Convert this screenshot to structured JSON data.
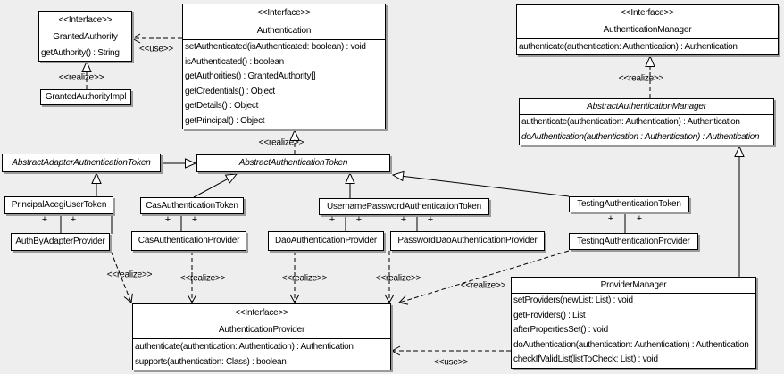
{
  "diagram": {
    "kind": "uml-class-diagram",
    "background_color": "#eeeeee",
    "box_fill_color": "#ffffff",
    "line_color": "#000000",
    "shadow_color": "#9a9a9a"
  },
  "classes": [
    {
      "id": "granted-authority",
      "stereotype": "<<Interface>>",
      "name": "GrantedAuthority",
      "abstract": false,
      "methods": [
        {
          "text": "getAuthority() : String",
          "abstract": false
        }
      ]
    },
    {
      "id": "granted-authority-impl",
      "stereotype": null,
      "name": "GrantedAuthorityImpl",
      "abstract": false,
      "methods": []
    },
    {
      "id": "authentication",
      "stereotype": "<<Interface>>",
      "name": "Authentication",
      "abstract": false,
      "methods": [
        {
          "text": "setAuthenticated(isAuthenticated: boolean) : void",
          "abstract": false
        },
        {
          "text": "isAuthenticated() : boolean",
          "abstract": false
        },
        {
          "text": "getAuthorities() : GrantedAuthority[]",
          "abstract": false
        },
        {
          "text": "getCredentials() : Object",
          "abstract": false
        },
        {
          "text": "getDetails() : Object",
          "abstract": false
        },
        {
          "text": "getPrincipal() : Object",
          "abstract": false
        }
      ]
    },
    {
      "id": "authentication-manager",
      "stereotype": "<<Interface>>",
      "name": "AuthenticationManager",
      "abstract": false,
      "methods": [
        {
          "text": "authenticate(authentication: Authentication) : Authentication",
          "abstract": false
        }
      ]
    },
    {
      "id": "abstract-authentication-manager",
      "stereotype": null,
      "name": "AbstractAuthenticationManager",
      "abstract": true,
      "methods": [
        {
          "text": "authenticate(authentication: Authentication) : Authentication",
          "abstract": false
        },
        {
          "text": "doAuthentication(authentication : Authentication) : Authentication",
          "abstract": true
        }
      ]
    },
    {
      "id": "abstract-adapter-authentication-token",
      "stereotype": null,
      "name": "AbstractAdapterAuthenticationToken",
      "abstract": true,
      "methods": []
    },
    {
      "id": "abstract-authentication-token",
      "stereotype": null,
      "name": "AbstractAuthenticationToken",
      "abstract": true,
      "methods": []
    },
    {
      "id": "principal-acegi-user-token",
      "stereotype": null,
      "name": "PrincipalAcegiUserToken",
      "abstract": false,
      "methods": []
    },
    {
      "id": "cas-authentication-token",
      "stereotype": null,
      "name": "CasAuthenticationToken",
      "abstract": false,
      "methods": []
    },
    {
      "id": "username-password-authentication-token",
      "stereotype": null,
      "name": "UsernamePasswordAuthenticationToken",
      "abstract": false,
      "methods": []
    },
    {
      "id": "testing-authentication-token",
      "stereotype": null,
      "name": "TestingAuthenticationToken",
      "abstract": false,
      "methods": []
    },
    {
      "id": "auth-by-adapter-provider",
      "stereotype": null,
      "name": "AuthByAdapterProvider",
      "abstract": false,
      "methods": []
    },
    {
      "id": "cas-authentication-provider",
      "stereotype": null,
      "name": "CasAuthenticationProvider",
      "abstract": false,
      "methods": []
    },
    {
      "id": "dao-authentication-provider",
      "stereotype": null,
      "name": "DaoAuthenticationProvider",
      "abstract": false,
      "methods": []
    },
    {
      "id": "password-dao-authentication-provider",
      "stereotype": null,
      "name": "PasswordDaoAuthenticationProvider",
      "abstract": false,
      "methods": []
    },
    {
      "id": "testing-authentication-provider",
      "stereotype": null,
      "name": "TestingAuthenticationProvider",
      "abstract": false,
      "methods": []
    },
    {
      "id": "authentication-provider",
      "stereotype": "<<Interface>>",
      "name": "AuthenticationProvider",
      "abstract": false,
      "methods": [
        {
          "text": "authenticate(authentication: Authentication) : Authentication",
          "abstract": false
        },
        {
          "text": "supports(authentication: Class) : boolean",
          "abstract": false
        }
      ]
    },
    {
      "id": "provider-manager",
      "stereotype": null,
      "name": "ProviderManager",
      "abstract": false,
      "methods": [
        {
          "text": "setProviders(newList: List) : void",
          "abstract": false
        },
        {
          "text": "getProviders() : List",
          "abstract": false
        },
        {
          "text": "afterPropertiesSet() : void",
          "abstract": false
        },
        {
          "text": "doAuthentication(authentication: Authentication) : Authentication",
          "abstract": false
        },
        {
          "text": "checkIfValidList(listToCheck: List) : void",
          "abstract": false
        }
      ]
    }
  ],
  "edge_labels": [
    {
      "id": "use-granted-authority",
      "text": "<<use>>"
    },
    {
      "id": "realize-granted-authority-impl",
      "text": "<<realize>>"
    },
    {
      "id": "realize-abstract-authentication-token",
      "text": "<<realize>>"
    },
    {
      "id": "realize-abstract-authentication-manager",
      "text": "<<realize>>"
    },
    {
      "id": "realize-auth-by-adapter-provider",
      "text": "<<realize>>"
    },
    {
      "id": "realize-cas-authentication-provider",
      "text": "<<realize>>"
    },
    {
      "id": "realize-dao-authentication-provider",
      "text": "<<realize>>"
    },
    {
      "id": "realize-password-dao-authentication-provider",
      "text": "<<realize>>"
    },
    {
      "id": "realize-testing-authentication-provider",
      "text": "<<realize>>"
    },
    {
      "id": "use-provider-manager",
      "text": "<<use>>"
    }
  ],
  "multiplicity_labels": [
    {
      "text": "+"
    },
    {
      "text": "+"
    },
    {
      "text": "+"
    },
    {
      "text": "+"
    },
    {
      "text": "+"
    },
    {
      "text": "+"
    },
    {
      "text": "+"
    },
    {
      "text": "+"
    },
    {
      "text": "+"
    },
    {
      "text": "+"
    }
  ],
  "relationships": [
    {
      "type": "use",
      "from": "authentication",
      "to": "granted-authority"
    },
    {
      "type": "realize",
      "from": "granted-authority-impl",
      "to": "granted-authority"
    },
    {
      "type": "realize",
      "from": "abstract-authentication-token",
      "to": "authentication"
    },
    {
      "type": "realize",
      "from": "abstract-authentication-manager",
      "to": "authentication-manager"
    },
    {
      "type": "generalization",
      "from": "abstract-adapter-authentication-token",
      "to": "abstract-authentication-token"
    },
    {
      "type": "generalization",
      "from": "principal-acegi-user-token",
      "to": "abstract-adapter-authentication-token"
    },
    {
      "type": "generalization",
      "from": "cas-authentication-token",
      "to": "abstract-authentication-token"
    },
    {
      "type": "generalization",
      "from": "username-password-authentication-token",
      "to": "abstract-authentication-token"
    },
    {
      "type": "generalization",
      "from": "testing-authentication-token",
      "to": "abstract-authentication-token"
    },
    {
      "type": "generalization",
      "from": "provider-manager",
      "to": "abstract-authentication-manager"
    },
    {
      "type": "association",
      "from": "principal-acegi-user-token",
      "to": "auth-by-adapter-provider"
    },
    {
      "type": "association",
      "from": "cas-authentication-token",
      "to": "cas-authentication-provider"
    },
    {
      "type": "association",
      "from": "username-password-authentication-token",
      "to": "dao-authentication-provider"
    },
    {
      "type": "association",
      "from": "username-password-authentication-token",
      "to": "password-dao-authentication-provider"
    },
    {
      "type": "association",
      "from": "testing-authentication-token",
      "to": "testing-authentication-provider"
    },
    {
      "type": "realize",
      "from": "auth-by-adapter-provider",
      "to": "authentication-provider"
    },
    {
      "type": "realize",
      "from": "cas-authentication-provider",
      "to": "authentication-provider"
    },
    {
      "type": "realize",
      "from": "dao-authentication-provider",
      "to": "authentication-provider"
    },
    {
      "type": "realize",
      "from": "password-dao-authentication-provider",
      "to": "authentication-provider"
    },
    {
      "type": "realize",
      "from": "testing-authentication-provider",
      "to": "authentication-provider"
    },
    {
      "type": "use",
      "from": "provider-manager",
      "to": "authentication-provider"
    }
  ]
}
